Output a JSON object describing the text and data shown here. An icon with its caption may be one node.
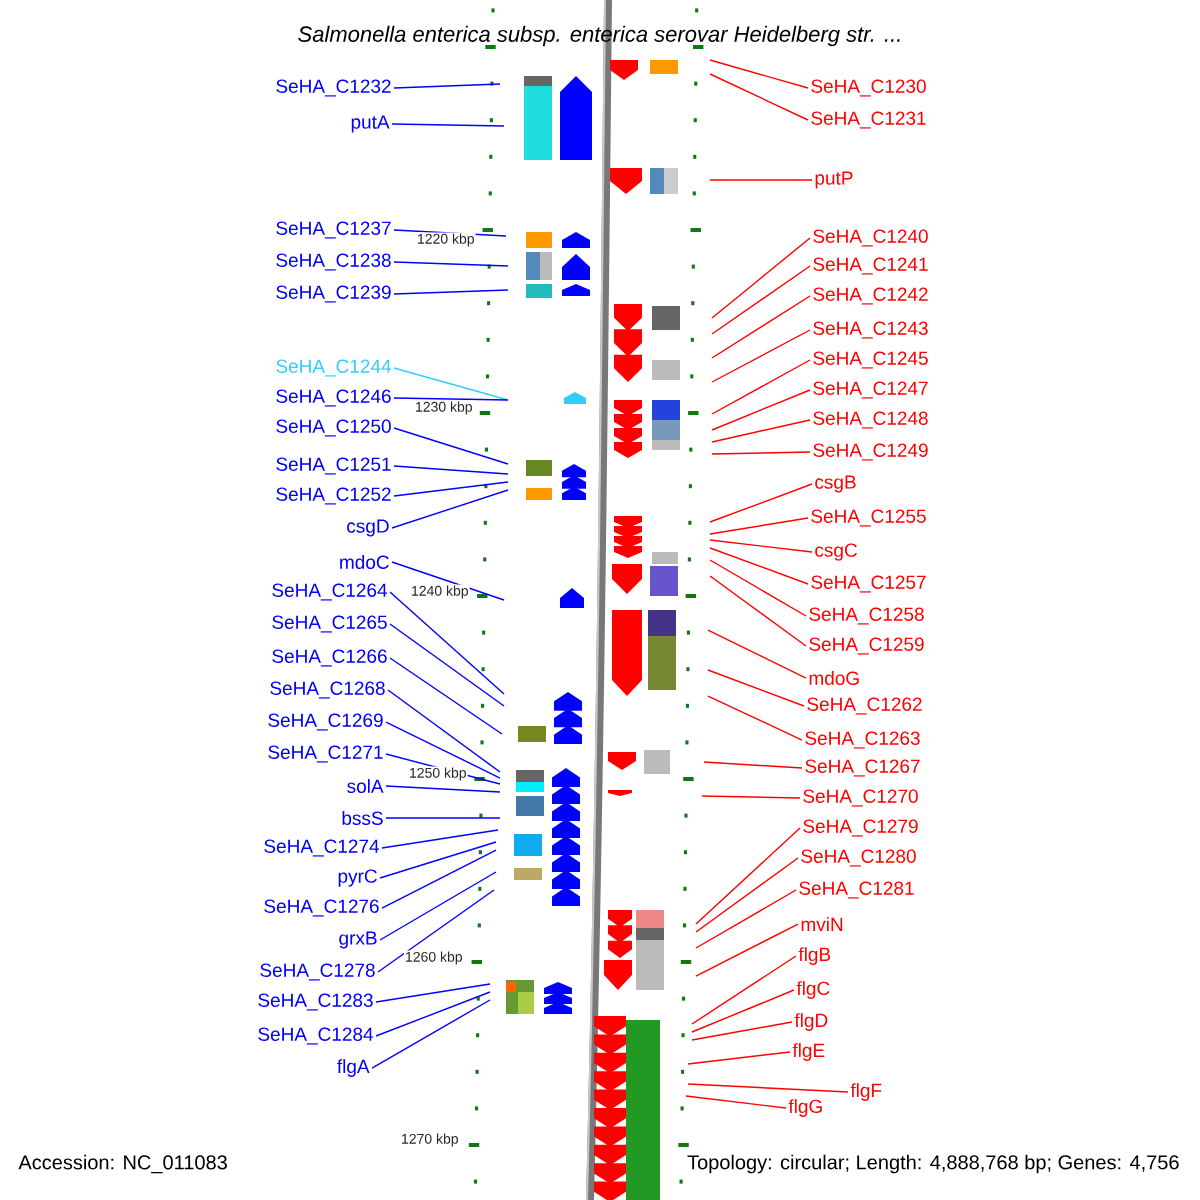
{
  "diagram": {
    "title": "Salmonella enterica subsp. enterica serovar Heidelberg str. ...",
    "nodes": [
      {
        "text": [
          "SeHA_C1232"
        ]
      },
      {
        "text": [
          "putA"
        ]
      },
      {
        "text": [
          "SeHA_C1237"
        ]
      },
      {
        "text": [
          "SeHA_C1238"
        ]
      },
      {
        "text": [
          "SeHA_C1239"
        ]
      },
      {
        "text": [
          "SeHA_C1244"
        ]
      },
      {
        "text": [
          "SeHA_C1246"
        ]
      },
      {
        "text": [
          "SeHA_C1250"
        ]
      },
      {
        "text": [
          "SeHA_C1251"
        ]
      },
      {
        "text": [
          "SeHA_C1252"
        ]
      },
      {
        "text": [
          "csgD"
        ]
      },
      {
        "text": [
          "mdoC"
        ]
      },
      {
        "text": [
          "SeHA_C1264"
        ]
      },
      {
        "text": [
          "SeHA_C1265"
        ]
      },
      {
        "text": [
          "SeHA_C1266"
        ]
      },
      {
        "text": [
          "SeHA_C1268"
        ]
      },
      {
        "text": [
          "SeHA_C1269"
        ]
      },
      {
        "text": [
          "SeHA_C1271"
        ]
      },
      {
        "text": [
          "solA"
        ]
      },
      {
        "text": [
          "bssS"
        ]
      },
      {
        "text": [
          "SeHA_C1274"
        ]
      },
      {
        "text": [
          "pyrC"
        ]
      },
      {
        "text": [
          "SeHA_C1276"
        ]
      },
      {
        "text": [
          "grxB"
        ]
      },
      {
        "text": [
          "SeHA_C1278"
        ]
      },
      {
        "text": [
          "SeHA_C1283"
        ]
      },
      {
        "text": [
          "SeHA_C1284"
        ]
      },
      {
        "text": [
          "flgA"
        ]
      },
      {
        "text": [
          "SeHA_C1230"
        ]
      },
      {
        "text": [
          "SeHA_C1231"
        ]
      },
      {
        "text": [
          "putP"
        ]
      },
      {
        "text": [
          "SeHA_C1240"
        ]
      },
      {
        "text": [
          "SeHA_C1241"
        ]
      },
      {
        "text": [
          "SeHA_C1242"
        ]
      },
      {
        "text": [
          "SeHA_C1243"
        ]
      },
      {
        "text": [
          "SeHA_C1245"
        ]
      },
      {
        "text": [
          "SeHA_C1247"
        ]
      },
      {
        "text": [
          "SeHA_C1248"
        ]
      },
      {
        "text": [
          "SeHA_C1249"
        ]
      },
      {
        "text": [
          "csgB"
        ]
      },
      {
        "text": [
          "SeHA_C1255"
        ]
      },
      {
        "text": [
          "csgC"
        ]
      },
      {
        "text": [
          "SeHA_C1257"
        ]
      },
      {
        "text": [
          "SeHA_C1258"
        ]
      },
      {
        "text": [
          "SeHA_C1259"
        ]
      },
      {
        "text": [
          "mdoG"
        ]
      },
      {
        "text": [
          "SeHA_C1262"
        ]
      },
      {
        "text": [
          "SeHA_C1263"
        ]
      },
      {
        "text": [
          "SeHA_C1267"
        ]
      },
      {
        "text": [
          "SeHA_C1270"
        ]
      },
      {
        "text": [
          "SeHA_C1279"
        ]
      },
      {
        "text": [
          "SeHA_C1280"
        ]
      },
      {
        "text": [
          "SeHA_C1281"
        ]
      },
      {
        "text": [
          "mviN"
        ]
      },
      {
        "text": [
          "flgB"
        ]
      },
      {
        "text": [
          "flgC"
        ]
      },
      {
        "text": [
          "flgD"
        ]
      },
      {
        "text": [
          "flgE"
        ]
      },
      {
        "text": [
          "flgF"
        ]
      },
      {
        "text": [
          "flgG"
        ]
      }
    ],
    "edges": [
      {
        "from": 0,
        "to": null,
        "arrow": "none",
        "color": "#0000ff"
      },
      {
        "from": 1,
        "to": null,
        "arrow": "none",
        "color": "#0000ff"
      },
      {
        "from": 2,
        "to": null,
        "arrow": "none",
        "color": "#0000ff"
      },
      {
        "from": 3,
        "to": null,
        "arrow": "none",
        "color": "#0000ff"
      },
      {
        "from": 4,
        "to": null,
        "arrow": "none",
        "color": "#0000ff"
      },
      {
        "from": 5,
        "to": null,
        "arrow": "none",
        "color": "#33ccff"
      },
      {
        "from": 6,
        "to": null,
        "arrow": "none",
        "color": "#0000ff"
      },
      {
        "from": 7,
        "to": null,
        "arrow": "none",
        "color": "#0000ff"
      },
      {
        "from": 8,
        "to": null,
        "arrow": "none",
        "color": "#0000ff"
      },
      {
        "from": 9,
        "to": null,
        "arrow": "none",
        "color": "#0000ff"
      },
      {
        "from": 10,
        "to": null,
        "arrow": "none",
        "color": "#0000ff"
      },
      {
        "from": 11,
        "to": null,
        "arrow": "none",
        "color": "#0000ff"
      },
      {
        "from": 12,
        "to": null,
        "arrow": "none",
        "color": "#0000ff"
      },
      {
        "from": 13,
        "to": null,
        "arrow": "none",
        "color": "#0000ff"
      },
      {
        "from": 14,
        "to": null,
        "arrow": "none",
        "color": "#0000ff"
      },
      {
        "from": 15,
        "to": null,
        "arrow": "none",
        "color": "#0000ff"
      },
      {
        "from": 16,
        "to": null,
        "arrow": "none",
        "color": "#0000ff"
      },
      {
        "from": 17,
        "to": null,
        "arrow": "none",
        "color": "#0000ff"
      },
      {
        "from": 18,
        "to": null,
        "arrow": "none",
        "color": "#0000ff"
      },
      {
        "from": 19,
        "to": null,
        "arrow": "none",
        "color": "#0000ff"
      },
      {
        "from": 20,
        "to": null,
        "arrow": "none",
        "color": "#0000ff"
      },
      {
        "from": 21,
        "to": null,
        "arrow": "none",
        "color": "#0000ff"
      },
      {
        "from": 22,
        "to": null,
        "arrow": "none",
        "color": "#0000ff"
      },
      {
        "from": 23,
        "to": null,
        "arrow": "none",
        "color": "#0000ff"
      },
      {
        "from": 24,
        "to": null,
        "arrow": "none",
        "color": "#0000ff"
      },
      {
        "from": 25,
        "to": null,
        "arrow": "none",
        "color": "#0000ff"
      },
      {
        "from": 26,
        "to": null,
        "arrow": "none",
        "color": "#0000ff"
      },
      {
        "from": 27,
        "to": null,
        "arrow": "none",
        "color": "#0000ff"
      },
      {
        "from": 28,
        "to": null,
        "arrow": "none"
      },
      {
        "from": 29,
        "to": null,
        "arrow": "none"
      },
      {
        "from": 30,
        "to": null,
        "arrow": "none"
      },
      {
        "from": 31,
        "to": null,
        "arrow": "none"
      },
      {
        "from": 32,
        "to": null,
        "arrow": "none"
      },
      {
        "from": 33,
        "to": null,
        "arrow": "none"
      },
      {
        "from": 34,
        "to": null,
        "arrow": "none"
      },
      {
        "from": 35,
        "to": null,
        "arrow": "none"
      },
      {
        "from": 36,
        "to": null,
        "arrow": "none"
      },
      {
        "from": 37,
        "to": null,
        "arrow": "none"
      },
      {
        "from": 38,
        "to": null,
        "arrow": "none"
      },
      {
        "from": 39,
        "to": null,
        "arrow": "none"
      },
      {
        "from": 40,
        "to": null,
        "arrow": "none"
      },
      {
        "from": 41,
        "to": null,
        "arrow": "none"
      },
      {
        "from": 42,
        "to": null,
        "arrow": "none"
      },
      {
        "from": 43,
        "to": null,
        "arrow": "none"
      },
      {
        "from": 44,
        "to": null,
        "arrow": "none"
      },
      {
        "from": 45,
        "to": null,
        "arrow": "none"
      },
      {
        "from": 46,
        "to": null,
        "arrow": "none"
      },
      {
        "from": 47,
        "to": null,
        "arrow": "none"
      },
      {
        "from": 48,
        "to": null,
        "arrow": "none"
      },
      {
        "from": 49,
        "to": null,
        "arrow": "none"
      },
      {
        "from": 50,
        "to": null,
        "arrow": "none"
      },
      {
        "from": 51,
        "to": null,
        "arrow": "none"
      },
      {
        "from": 52,
        "to": null,
        "arrow": "none"
      },
      {
        "from": 53,
        "to": null,
        "arrow": "none"
      },
      {
        "from": 54,
        "to": null,
        "arrow": "none"
      },
      {
        "from": 55,
        "to": null,
        "arrow": "none"
      },
      {
        "from": 56,
        "to": null,
        "arrow": "none"
      },
      {
        "from": 57,
        "to": null,
        "arrow": "none"
      },
      {
        "from": 58,
        "to": null,
        "arrow": "none"
      },
      {
        "from": 59,
        "to": null,
        "arrow": "none"
      }
    ],
    "labels": [
      "1220 kbp",
      "1230 kbp",
      "1240 kbp",
      "1250 kbp",
      "1260 kbp",
      "1270 kbp",
      "Accession: NC_011083",
      "Topology: circular; Length: 4,888,768 bp; Genes: 4,756"
    ]
  }
}
